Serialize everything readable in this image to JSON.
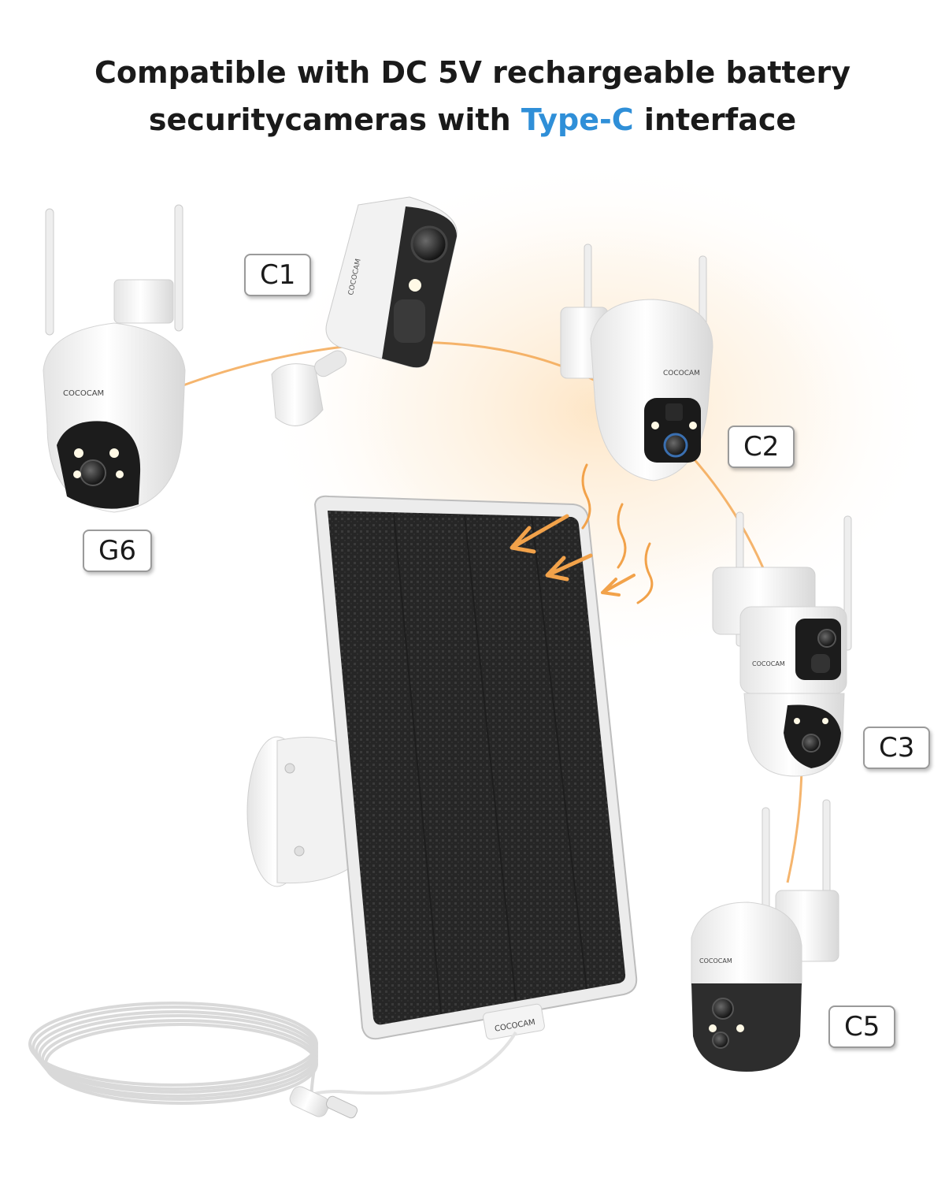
{
  "headline": {
    "line1": "Compatible with DC 5V rechargeable battery",
    "line2_before": "securitycameras with ",
    "line2_highlight": "Type-C",
    "line2_after": " interface"
  },
  "camera_labels": {
    "g6": "G6",
    "c1": "C1",
    "c2": "C2",
    "c3": "C3",
    "c5": "C5"
  },
  "brand_text": "COCOCAM",
  "colors": {
    "accent": "#2f8fd8",
    "glow": "#f2a24a",
    "panel": "#2b2b2b"
  }
}
